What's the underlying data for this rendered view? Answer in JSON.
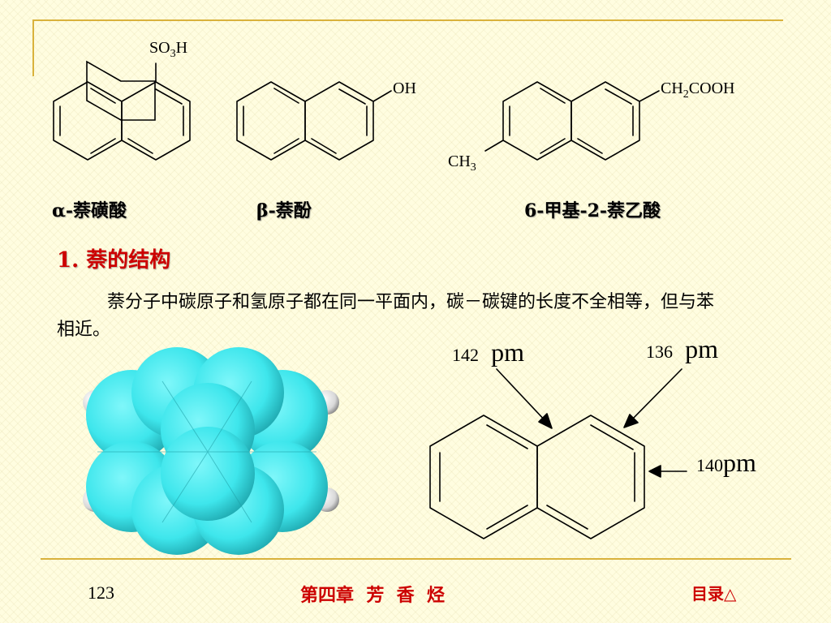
{
  "colors": {
    "rule": "#D9B23C",
    "accent": "#CC0000",
    "model_fill": "#3EE6EC",
    "background": "#FFFDE0"
  },
  "compounds": [
    {
      "name": "α-萘磺酸",
      "group_main": "SO",
      "group_sub": "3",
      "group_tail": "H"
    },
    {
      "name": "β-萘酚",
      "group_main": "OH"
    },
    {
      "name": "6-甲基-2-萘乙酸",
      "group1_pre": "CH",
      "group1_sub": "2",
      "group1_post": "COOH",
      "group2_pre": "CH",
      "group2_sub": "3"
    }
  ],
  "section": {
    "heading": "1. 萘的结构",
    "paragraph": "萘分子中碳原子和氢原子都在同一平面内，碳－碳键的长度不全相等，但与苯相近。"
  },
  "bond_labels": [
    {
      "value": "142",
      "unit": "pm"
    },
    {
      "value": "136",
      "unit": "pm"
    },
    {
      "value": "140",
      "unit": "pm"
    }
  ],
  "footer": {
    "page_number": "123",
    "chapter": "第四章  芳  香  烃",
    "toc_link": "目录",
    "toc_icon": "△"
  }
}
